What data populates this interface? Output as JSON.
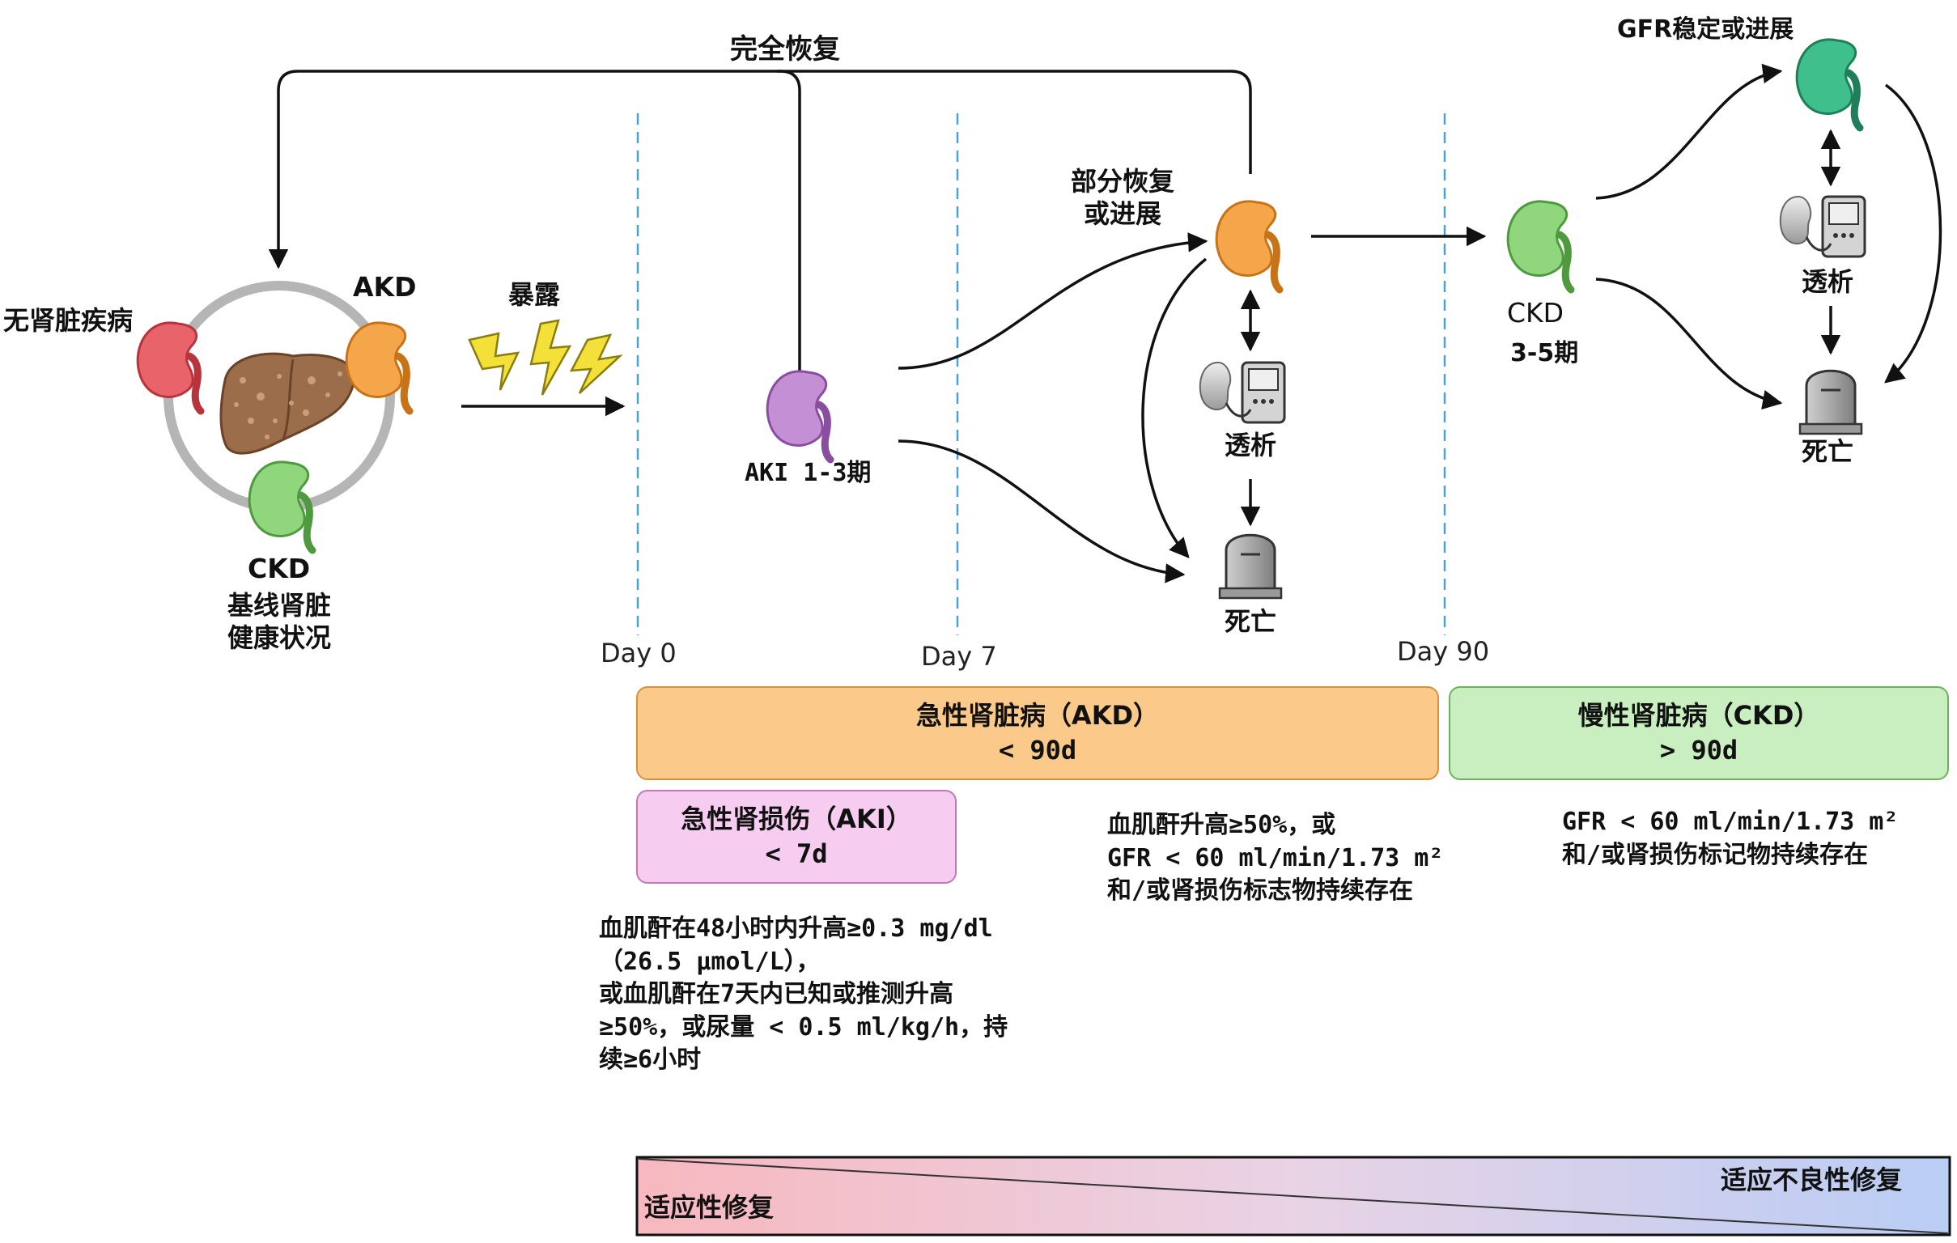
{
  "labels": {
    "complete_recovery": "完全恢复",
    "no_kidney_disease": "无肾脏疾病",
    "akd": "AKD",
    "ckd": "CKD",
    "baseline_line1": "基线肾脏",
    "baseline_line2": "健康状况",
    "exposure": "暴露",
    "aki_stage": "AKI 1-3期",
    "partial_line1": "部分恢复",
    "partial_line2": "或进展",
    "dialysis": "透析",
    "death": "死亡",
    "ckd_right": "CKD",
    "ckd_stage": "3-5期",
    "gfr_stable": "GFR稳定或进展",
    "dialysis_right": "透析",
    "death_right": "死亡"
  },
  "days": {
    "day0": "Day 0",
    "day7": "Day 7",
    "day90": "Day 90"
  },
  "boxes": {
    "akd_title": "急性肾脏病（AKD）",
    "akd_dur": "< 90d",
    "ckd_title": "慢性肾脏病（CKD）",
    "ckd_dur": "> 90d",
    "aki_title": "急性肾损伤（AKI）",
    "aki_dur": "< 7d"
  },
  "criteria": {
    "akd": [
      "血肌酐升高≥50%，或",
      "GFR < 60 ml/min/1.73 m²",
      "和/或肾损伤标志物持续存在"
    ],
    "ckd": [
      "GFR < 60 ml/min/1.73 m²",
      "和/或肾损伤标记物持续存在"
    ],
    "aki": [
      "血肌酐在48小时内升高≥0.3 mg/dl",
      "（26.5 μmol/L），",
      "或血肌酐在7天内已知或推测升高",
      "≥50%，或尿量 < 0.5 ml/kg/h，持",
      "续≥6小时"
    ]
  },
  "gradient": {
    "left": "适应性修复",
    "right": "适应不良性修复"
  },
  "colors": {
    "kidney_red": "#e8636a",
    "kidney_orange": "#f5a64a",
    "kidney_green": "#8fd67d",
    "kidney_purple": "#c58fd6",
    "kidney_teal": "#3fbf8c",
    "akd_box": "#fbc98a",
    "ckd_box": "#c9efc0",
    "aki_box": "#f6cdf0",
    "dashed": "#4aa3d6",
    "repair_adaptive": "#f7b8bf",
    "repair_maladaptive": "#b9cdf5"
  }
}
